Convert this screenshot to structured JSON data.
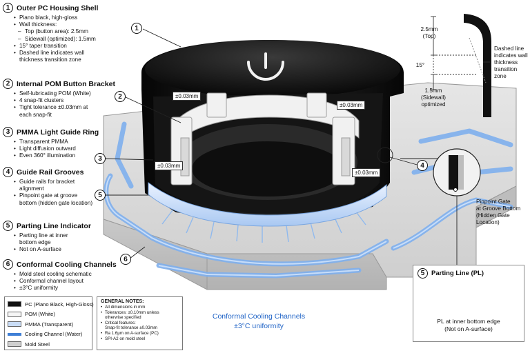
{
  "sections": [
    {
      "num": "1",
      "title": "Outer PC Housing Shell",
      "items": [
        {
          "text": "Piano black, high-gloss",
          "sub": false
        },
        {
          "text": "Wall thickness:",
          "sub": false
        },
        {
          "text": "Top (button area): 2.5mm",
          "sub": true
        },
        {
          "text": "Sidewall (optimized): 1.5mm",
          "sub": true
        },
        {
          "text": "15° taper transition",
          "sub": false
        },
        {
          "text": "Dashed line indicates wall thickness transition zone",
          "sub": false
        }
      ]
    },
    {
      "num": "2",
      "title": "Internal POM Button Bracket",
      "items": [
        {
          "text": "Self-lubricating POM (White)",
          "sub": false
        },
        {
          "text": "4 snap-fit clusters",
          "sub": false
        },
        {
          "text": "Tight tolerance ±0.03mm at each snap-fit",
          "sub": false
        }
      ]
    },
    {
      "num": "3",
      "title": "PMMA Light Guide Ring",
      "items": [
        {
          "text": "Transparent PMMA",
          "sub": false
        },
        {
          "text": "Light diffusion outward",
          "sub": false
        },
        {
          "text": "Even 360° illumination",
          "sub": false
        }
      ]
    },
    {
      "num": "4",
      "title": "Guide Rail Grooves",
      "items": [
        {
          "text": "Guide rails for bracket alignment",
          "sub": false
        },
        {
          "text": "Pinpoint gate at groove bottom (hidden gate location)",
          "sub": false
        }
      ]
    },
    {
      "num": "5",
      "title": "Parting Line Indicator",
      "items": [
        {
          "text": "Parting line at inner bottom edge",
          "sub": false
        },
        {
          "text": "Not on A-surface",
          "sub": false
        }
      ]
    },
    {
      "num": "6",
      "title": "Conformal Cooling Channels",
      "items": [
        {
          "text": "Mold steel cooling schematic",
          "sub": false
        },
        {
          "text": "Conformal channel layout",
          "sub": false
        },
        {
          "text": "±3°C uniformity",
          "sub": false
        }
      ]
    }
  ],
  "legend": [
    {
      "label": "PC (Piano Black, High-Gloss)",
      "color": "#111111"
    },
    {
      "label": "POM (White)",
      "color": "#f6f6f6"
    },
    {
      "label": "PMMA (Transparent)",
      "color": "#c9dcf5"
    },
    {
      "label": "Cooling Channel (Water)",
      "color": "#3f7fd6"
    },
    {
      "label": "Mold Steel",
      "color": "#cfcfcf"
    }
  ],
  "notes": {
    "title": "GENERAL NOTES:",
    "lines": [
      "All dimensions in mm",
      "Tolerances: ±0.10mm unless",
      "otherwise specified",
      "Critical features:",
      "Snap-fit tolerance ±0.03mm",
      "Ra 1.6μm on A-surface (PC)",
      "SPI-A2 on mold steel"
    ]
  },
  "cooling_label": {
    "line1": "Conformal Cooling Channels",
    "line2": "±3°C uniformity"
  },
  "tolerances": [
    "±0.03mm",
    "±0.03mm",
    "±0.03mm",
    "±0.03mm"
  ],
  "callouts": [
    "1",
    "2",
    "3",
    "4",
    "5",
    "6"
  ],
  "detail": {
    "top": "2.5mm",
    "top_sub": "(Top)",
    "angle": "15°",
    "side": "1.5mm",
    "side_sub": "(Sidewall)",
    "side_sub2": "optimized",
    "note": [
      "Dashed line",
      "indicates wall",
      "thickness",
      "transition zone"
    ]
  },
  "gate": {
    "lines": [
      "Pinpoint Gate",
      "at Groove Bottom",
      "(Hidden Gate",
      "Location)"
    ]
  },
  "parting": {
    "num": "5",
    "title": "Parting Line (PL)",
    "line1": "PL at inner bottom edge",
    "line2": "(Not on A-surface)"
  },
  "colors": {
    "accent": "#1f63c6",
    "water": "#6aa3e8",
    "steel": "#d3d3d3",
    "housing": "#0d0d0d"
  }
}
